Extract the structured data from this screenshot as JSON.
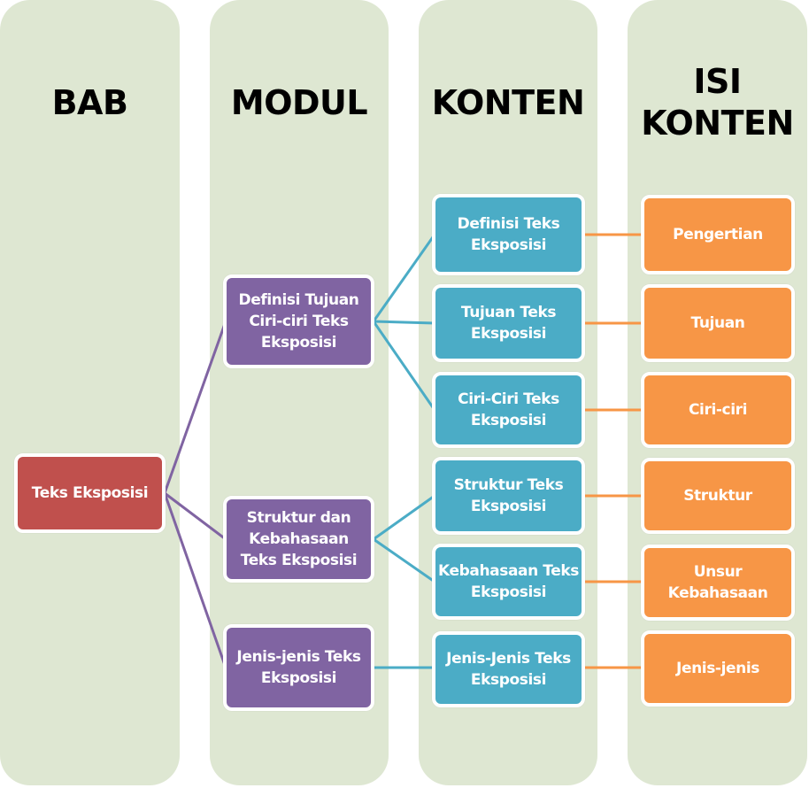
{
  "colors": {
    "column_bg": "#dee7d2",
    "bab": "#c0504d",
    "modul": "#8064a2",
    "konten": "#4bacc6",
    "isi": "#f79646",
    "link_bab_modul": "#8064a2",
    "link_modul_konten": "#4bacc6",
    "link_konten_isi": "#f79646"
  },
  "columns": [
    {
      "title": "BAB"
    },
    {
      "title": "MODUL"
    },
    {
      "title": "KONTEN"
    },
    {
      "title_line1": "ISI",
      "title_line2": "KONTEN"
    }
  ],
  "bab": {
    "label": "Teks Eksposisi"
  },
  "modul": [
    {
      "label": "Definisi Tujuan Ciri-ciri Teks Eksposisi"
    },
    {
      "label": "Struktur dan Kebahasaan Teks Eksposisi"
    },
    {
      "label": "Jenis-jenis Teks Eksposisi"
    }
  ],
  "konten": [
    {
      "label": "Definisi Teks Eksposisi",
      "parent": 0
    },
    {
      "label": "Tujuan Teks Eksposisi",
      "parent": 0
    },
    {
      "label": "Ciri-Ciri Teks Eksposisi",
      "parent": 0
    },
    {
      "label": "Struktur Teks Eksposisi",
      "parent": 1
    },
    {
      "label": "Kebahasaan Teks Eksposisi",
      "parent": 1
    },
    {
      "label": "Jenis-Jenis Teks Eksposisi",
      "parent": 2
    }
  ],
  "isi_konten": [
    {
      "label": "Pengertian"
    },
    {
      "label": "Tujuan"
    },
    {
      "label": "Ciri-ciri"
    },
    {
      "label": "Struktur"
    },
    {
      "label": "Unsur Kebahasaan"
    },
    {
      "label": "Jenis-jenis"
    }
  ]
}
